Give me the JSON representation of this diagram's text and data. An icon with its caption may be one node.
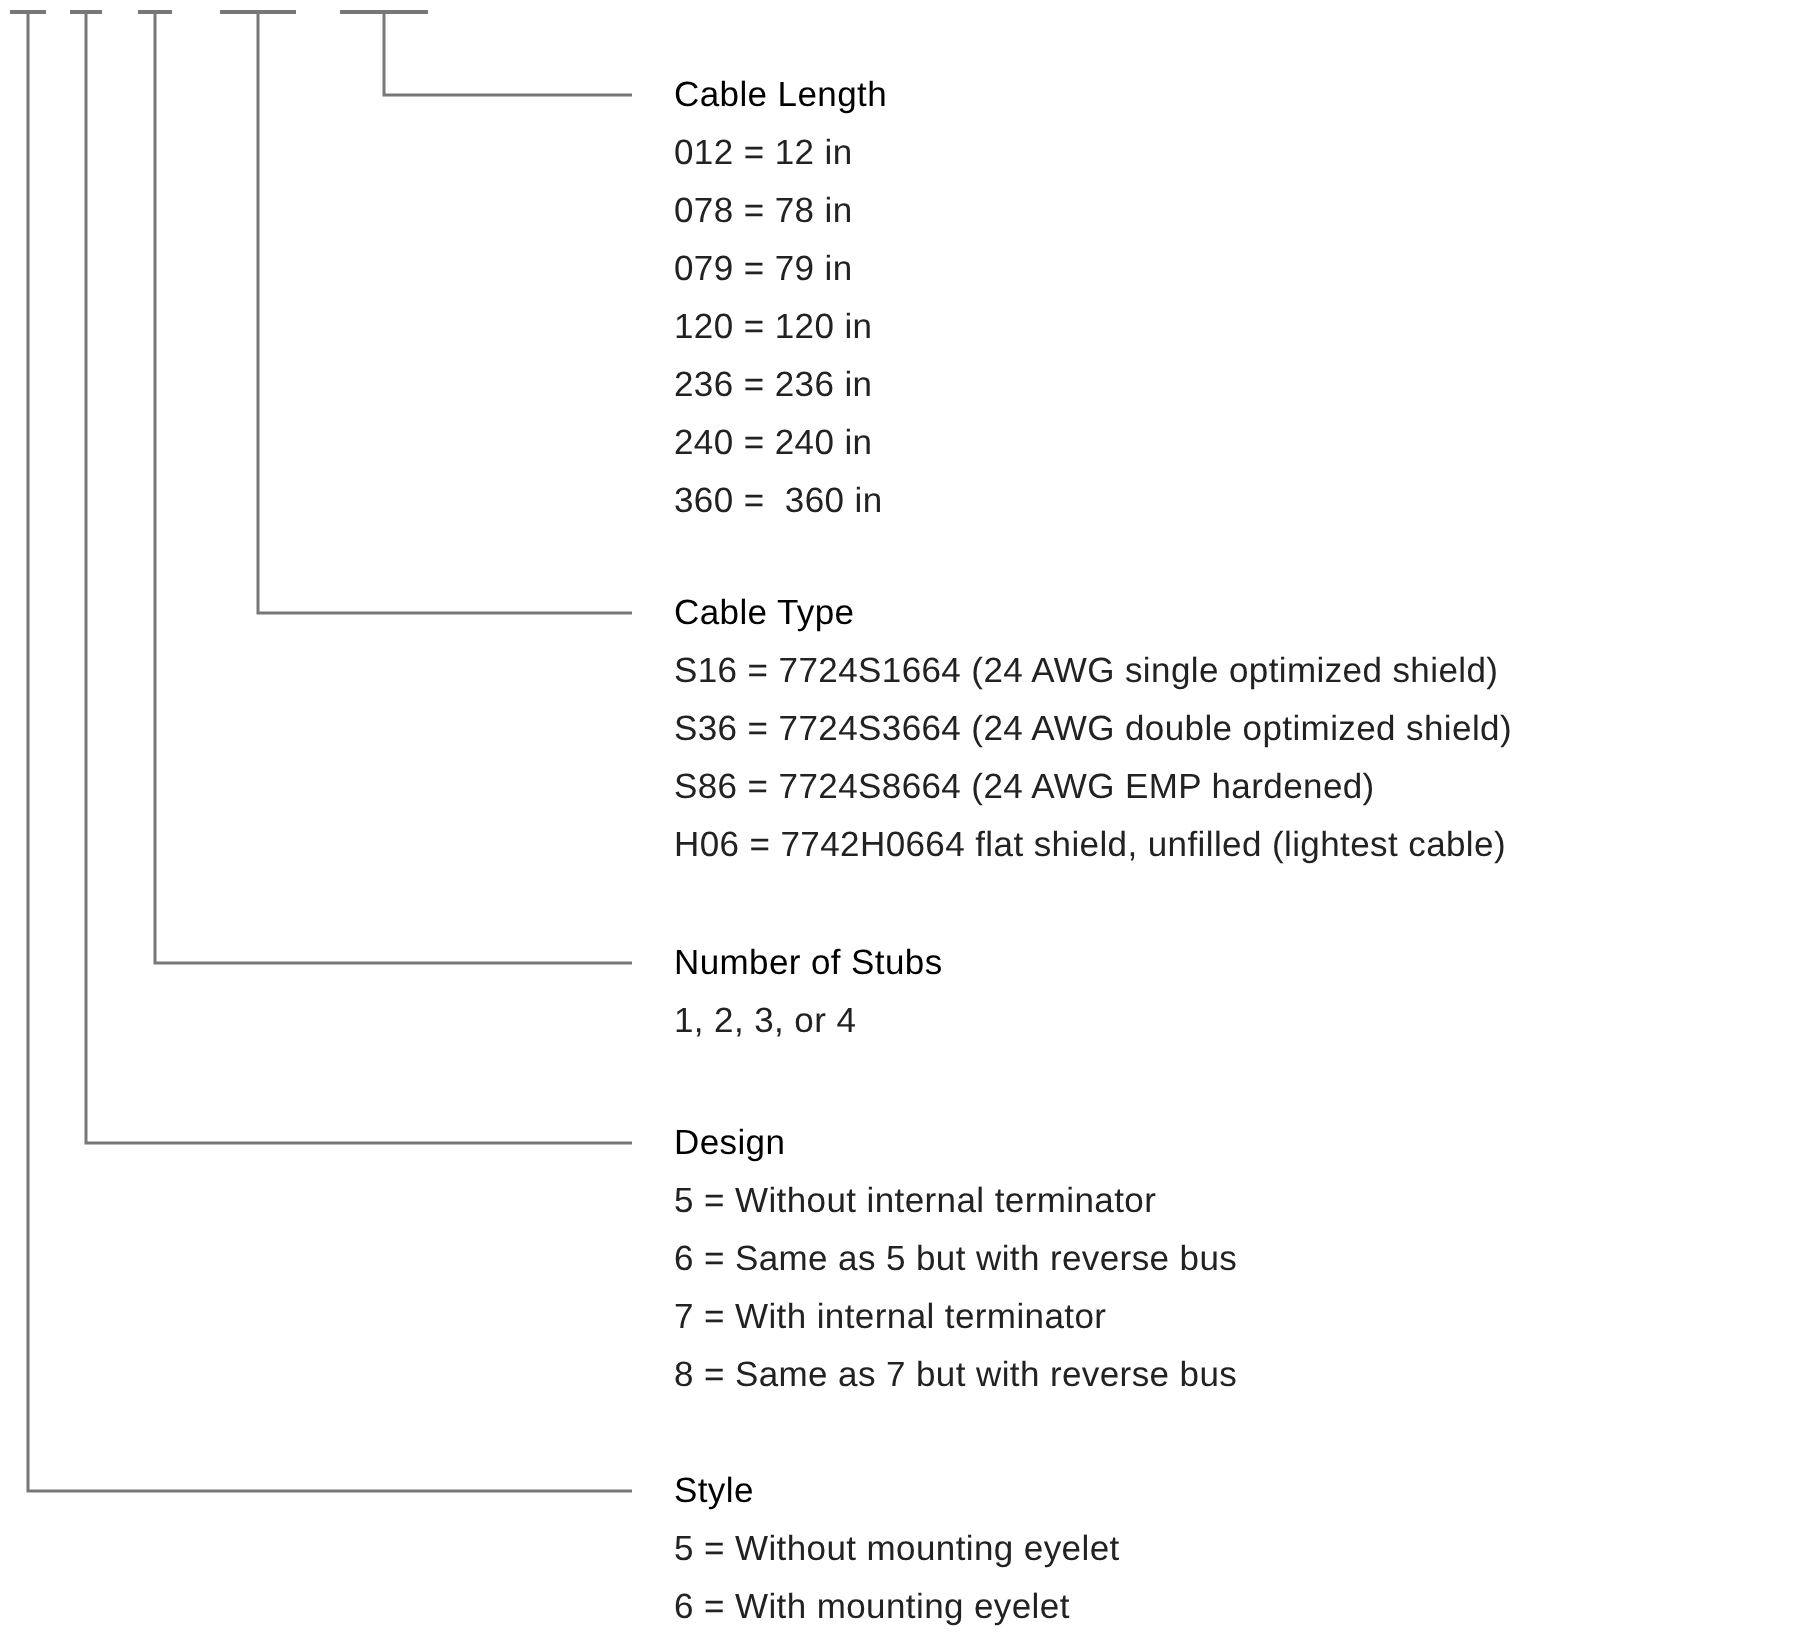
{
  "diagram": {
    "nodes": [
      {
        "text": [],
        "shape": "bar"
      },
      {
        "text": [],
        "shape": "bar"
      },
      {
        "text": [],
        "shape": "bar"
      },
      {
        "text": [],
        "shape": "bar"
      },
      {
        "text": [],
        "shape": "bar"
      },
      {
        "text": [
          "Cable Length",
          "012 = 12 in",
          "078 = 78 in",
          "079 = 79 in",
          "120 = 120 in",
          "236 = 236 in",
          "240 = 240 in",
          "360 =  360 in"
        ]
      },
      {
        "text": [
          "Cable Type",
          "S16 = 7724S1664 (24 AWG single optimized shield)",
          "S36 = 7724S3664 (24 AWG double optimized shield)",
          "S86 = 7724S8664 (24 AWG EMP hardened)",
          "H06 = 7742H0664 flat shield, unfilled (lightest cable)"
        ]
      },
      {
        "text": [
          "Number of Stubs",
          "1, 2, 3, or 4"
        ]
      },
      {
        "text": [
          "Design",
          "5 = Without internal terminator",
          "6 = Same as 5 but with reverse bus",
          "7 = With internal terminator",
          "8 = Same as 7 but with reverse bus"
        ]
      },
      {
        "text": [
          "Style",
          "5 = Without mounting eyelet",
          "6 = With mounting eyelet"
        ]
      }
    ],
    "edges": [
      {
        "from": 4,
        "to": 5,
        "arrow": "none"
      },
      {
        "from": 3,
        "to": 6,
        "arrow": "none"
      },
      {
        "from": 2,
        "to": 7,
        "arrow": "none"
      },
      {
        "from": 1,
        "to": 8,
        "arrow": "none"
      },
      {
        "from": 0,
        "to": 9,
        "arrow": "none"
      }
    ]
  }
}
